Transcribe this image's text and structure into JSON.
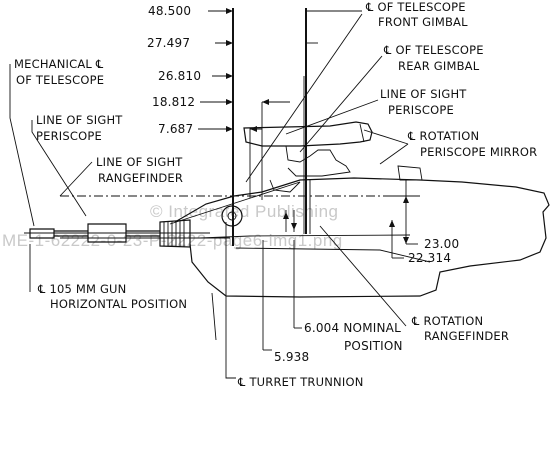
{
  "dimensions": [
    "48.500",
    "27.497",
    "26.810",
    "18.812",
    "7.687",
    "23.00",
    "22.314",
    "6.004 NOMINAL",
    "POSITION",
    "5.938"
  ],
  "callouts": {
    "mech_cl_1": "MECHANICAL ℄",
    "mech_cl_2": "OF TELESCOPE",
    "los_peri_1": "LINE OF SIGHT",
    "los_peri_2": "PERISCOPE",
    "los_rf_1": "LINE OF SIGHT",
    "los_rf_2": "RANGEFINDER",
    "tel_front_1": "℄ OF TELESCOPE",
    "tel_front_2": "FRONT GIMBAL",
    "tel_rear_1": "℄ OF TELESCOPE",
    "tel_rear_2": "REAR GIMBAL",
    "los_peri_r_1": "LINE OF SIGHT",
    "los_peri_r_2": "PERISCOPE",
    "rot_mirror_1": "℄ ROTATION",
    "rot_mirror_2": "PERISCOPE MIRROR",
    "gun_1": "℄ 105 MM GUN",
    "gun_2": "HORIZONTAL POSITION",
    "rot_rf_1": "℄ ROTATION",
    "rot_rf_2": "RANGEFINDER",
    "trunnion": "℄ TURRET TRUNNION"
  },
  "watermark": {
    "line_1": "© Integrated Publishing",
    "line_2": "ME-1-62222-0-23-P-2222-page6-img1.png"
  }
}
